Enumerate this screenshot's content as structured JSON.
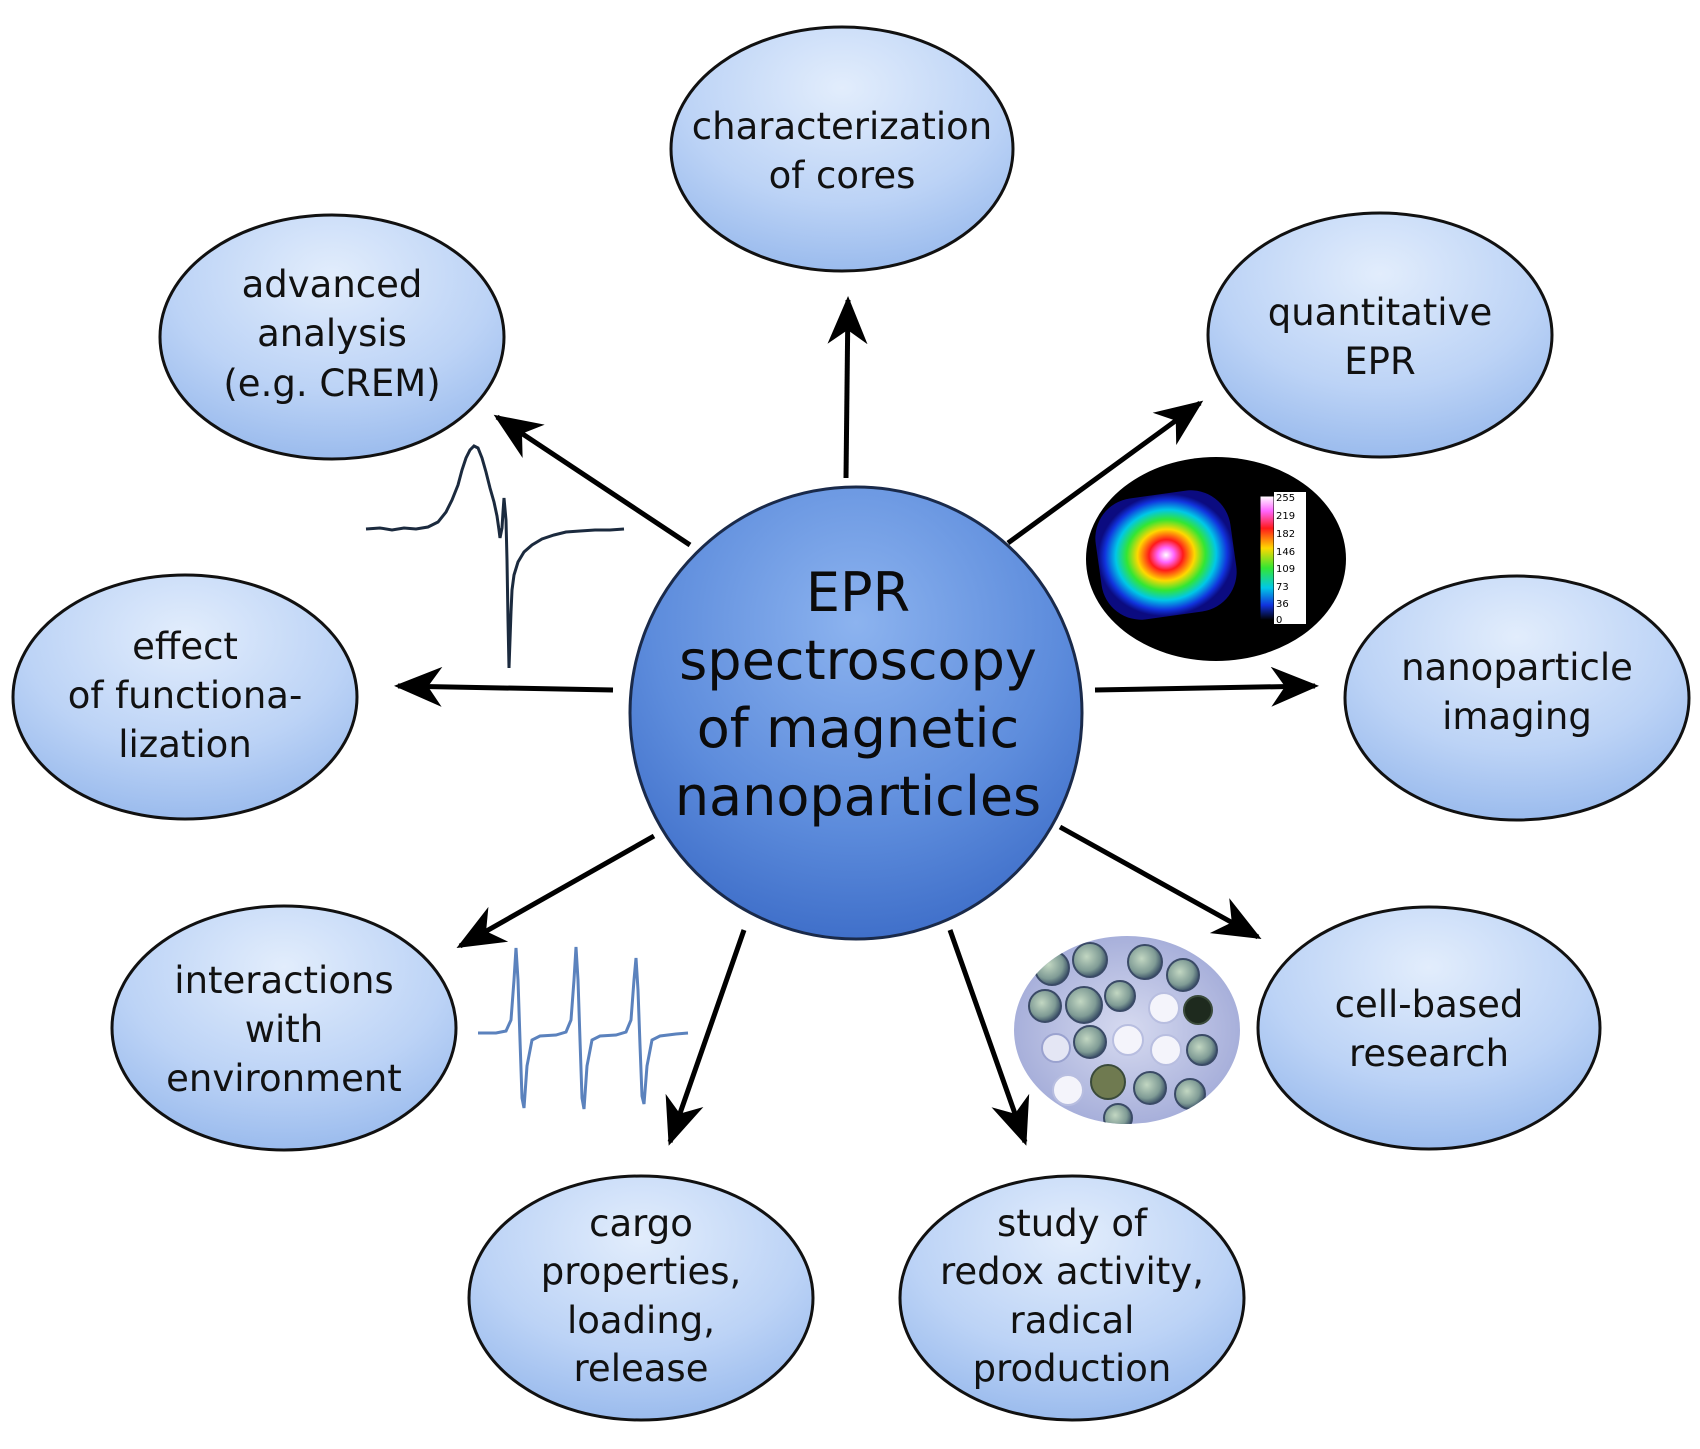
{
  "center": {
    "lines": [
      "EPR",
      "spectroscopy",
      "of magnetic",
      "nanoparticles"
    ]
  },
  "nodes": [
    {
      "id": "cores",
      "lines": [
        "characterization",
        "of cores"
      ]
    },
    {
      "id": "quantitative",
      "lines": [
        "quantitative",
        "EPR"
      ]
    },
    {
      "id": "imaging",
      "lines": [
        "nanoparticle",
        "imaging"
      ]
    },
    {
      "id": "cell",
      "lines": [
        "cell-based",
        "research"
      ]
    },
    {
      "id": "redox",
      "lines": [
        "study of",
        "redox activity,",
        "radical",
        "production"
      ]
    },
    {
      "id": "cargo",
      "lines": [
        "cargo",
        "properties,",
        "loading,",
        "release"
      ]
    },
    {
      "id": "interactions",
      "lines": [
        "interactions",
        "with",
        "environment"
      ]
    },
    {
      "id": "functional",
      "lines": [
        "effect",
        "of functiona-",
        "lization"
      ]
    },
    {
      "id": "advanced",
      "lines": [
        "advanced",
        "analysis",
        "(e.g. CREM)"
      ]
    }
  ],
  "colorbar_ticks": [
    "255",
    "219",
    "182",
    "146",
    "109",
    "73",
    "36",
    "0"
  ],
  "colors": {
    "node_fill_light": "#dbe8fb",
    "node_fill_dark": "#8fb3ea",
    "center_light": "#8db3ee",
    "center_dark": "#3f72cc",
    "spectrum_dark": "#1b2a3e",
    "spectrum_blue": "#5b82bd"
  }
}
